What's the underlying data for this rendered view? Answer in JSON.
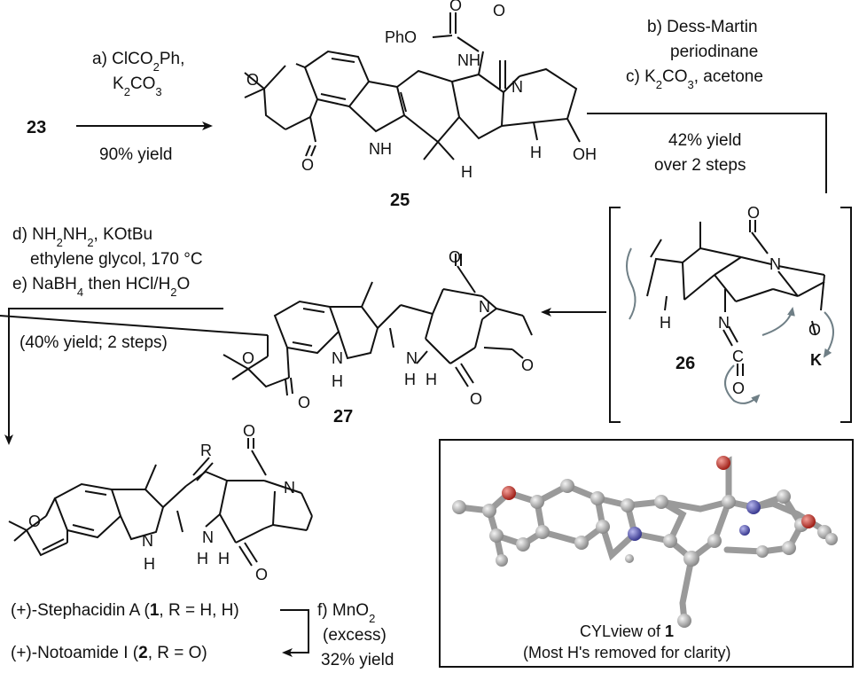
{
  "compounds": {
    "start": "23",
    "c25": "25",
    "c26": "26",
    "c27": "27",
    "c1_bold": "1",
    "c2_bold": "2"
  },
  "step1": {
    "reagent_line1_pre": "a) ClCO",
    "reagent_line1_sub": "2",
    "reagent_line1_post": "Ph,",
    "reagent_line2_pre": "K",
    "reagent_line2_sub": "2",
    "reagent_line2_mid": "CO",
    "reagent_line2_sub2": "3",
    "yield": "90% yield"
  },
  "step2": {
    "line1": "b) Dess-Martin",
    "line2": "periodinane",
    "line3_pre": "c) K",
    "line3_sub": "2",
    "line3_mid": "CO",
    "line3_sub2": "3",
    "line3_post": ", acetone",
    "yield_line1": "42% yield",
    "yield_line2": "over 2 steps"
  },
  "step3": {
    "line1_pre": "d) NH",
    "line1_sub": "2",
    "line1_mid": "NH",
    "line1_sub2": "2",
    "line1_post": ", KOtBu",
    "line2": "ethylene glycol, 170 °C",
    "line3_pre": "e) NaBH",
    "line3_sub": "4",
    "line3_mid": " then HCl/H",
    "line3_sub2": "2",
    "line3_post": "O",
    "yield": "(40% yield; 2 steps)"
  },
  "step4": {
    "line1": "f) MnO",
    "line1_sub": "2",
    "line2": "(excess)",
    "line3": "32% yield"
  },
  "products": {
    "stephacidin_pre": "(+)-Stephacidin A (",
    "stephacidin_post": ", R = H, H)",
    "notoamide_pre": "(+)-Notoamide I (",
    "notoamide_post": ", R = O)"
  },
  "atoms": {
    "PhO": "PhO",
    "O": "O",
    "NH": "NH",
    "N": "N",
    "H": "H",
    "OH": "OH",
    "K": "K",
    "R": "R",
    "C": "C"
  },
  "cylview": {
    "caption_pre": "CYLview of ",
    "caption_bold": "1",
    "caption_line2": "(Most H's removed for clarity)"
  },
  "colors": {
    "ink": "#111111",
    "arrow_curved": "#6f7f86",
    "oxygen": "#c0392b",
    "nitrogen": "#4a4aa8",
    "carbon": "#b8b8b8"
  }
}
